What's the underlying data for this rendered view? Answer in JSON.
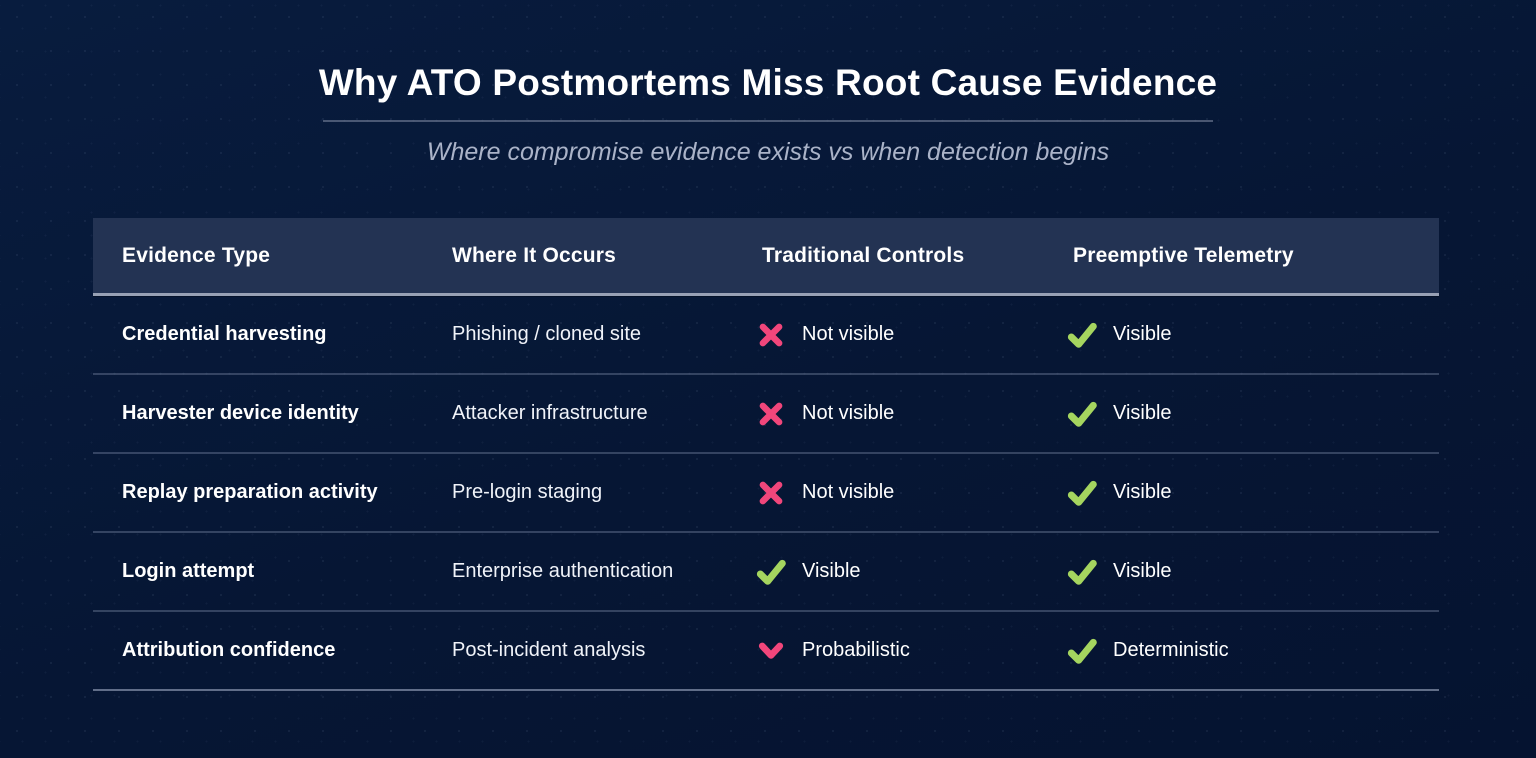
{
  "page": {
    "title": "Why ATO Postmortems Miss Root Cause Evidence",
    "subtitle": "Where compromise evidence exists vs when detection begins"
  },
  "colors": {
    "background": "#061634",
    "header_bg": "#233353",
    "negative_pink": "#f1467b",
    "positive_green": "#a5d55f",
    "text_white": "#ffffff",
    "subtitle_gray": "#aab3c8"
  },
  "table": {
    "columns": [
      "Evidence Type",
      "Where It Occurs",
      "Traditional Controls",
      "Preemptive Telemetry"
    ],
    "rows": [
      {
        "evidence_type": "Credential harvesting",
        "where": "Phishing / cloned site",
        "traditional": {
          "icon": "cross-icon",
          "label": "Not visible"
        },
        "preemptive": {
          "icon": "check-icon",
          "label": "Visible"
        }
      },
      {
        "evidence_type": "Harvester device identity",
        "where": "Attacker infrastructure",
        "traditional": {
          "icon": "cross-icon",
          "label": "Not visible"
        },
        "preemptive": {
          "icon": "check-icon",
          "label": "Visible"
        }
      },
      {
        "evidence_type": "Replay preparation activity",
        "where": "Pre-login staging",
        "traditional": {
          "icon": "cross-icon",
          "label": "Not visible"
        },
        "preemptive": {
          "icon": "check-icon",
          "label": "Visible"
        }
      },
      {
        "evidence_type": "Login attempt",
        "where": "Enterprise authentication",
        "traditional": {
          "icon": "check-icon",
          "label": "Visible"
        },
        "preemptive": {
          "icon": "check-icon",
          "label": "Visible"
        }
      },
      {
        "evidence_type": "Attribution confidence",
        "where": "Post-incident analysis",
        "traditional": {
          "icon": "chevron-down-icon",
          "label": "Probabilistic"
        },
        "preemptive": {
          "icon": "check-icon",
          "label": "Deterministic"
        }
      }
    ]
  },
  "chart_data": {
    "type": "table",
    "title": "Why ATO Postmortems Miss Root Cause Evidence",
    "subtitle": "Where compromise evidence exists vs when detection begins",
    "columns": [
      "Evidence Type",
      "Where It Occurs",
      "Traditional Controls",
      "Preemptive Telemetry"
    ],
    "rows": [
      [
        "Credential harvesting",
        "Phishing / cloned site",
        "Not visible (cross)",
        "Visible (check)"
      ],
      [
        "Harvester device identity",
        "Attacker infrastructure",
        "Not visible (cross)",
        "Visible (check)"
      ],
      [
        "Replay preparation activity",
        "Pre-login staging",
        "Not visible (cross)",
        "Visible (check)"
      ],
      [
        "Login attempt",
        "Enterprise authentication",
        "Visible (check)",
        "Visible (check)"
      ],
      [
        "Attribution confidence",
        "Post-incident analysis",
        "Probabilistic (chevron-down)",
        "Deterministic (check)"
      ]
    ],
    "legend": [
      "cross = pink negative marker",
      "check = green positive marker",
      "chevron-down = pink partial marker"
    ]
  }
}
